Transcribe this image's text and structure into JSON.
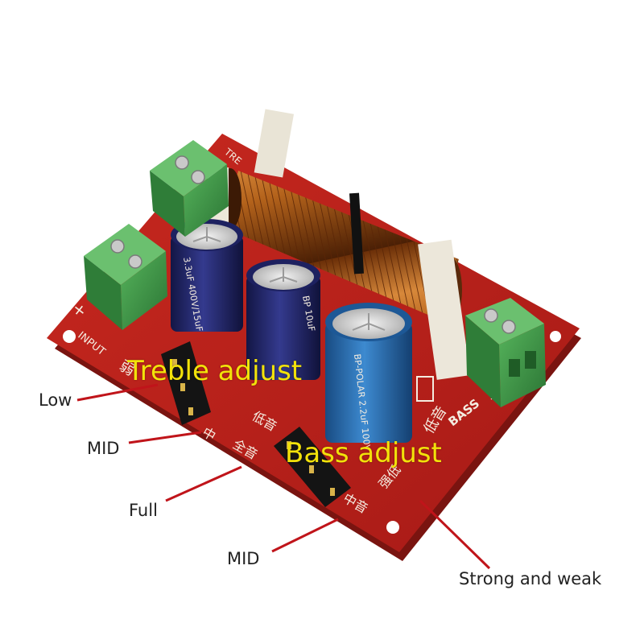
{
  "annotations": {
    "treble_adjust": "Treble adjust",
    "bass_adjust": "Bass adjust",
    "low": "Low",
    "mid_upper": "MID",
    "full": "Full",
    "mid_lower": "MID",
    "strong_weak": "Strong and weak"
  },
  "board_silkscreen": {
    "input": "INPUT",
    "bass": "BASS",
    "treble_top": "TRE",
    "plus": "+",
    "minus": "—",
    "weak": "弱",
    "mid_cn": "中",
    "low_cn": "低音",
    "full_cn": "全音",
    "mid_sound_cn": "中音",
    "strong_weak_cn": "强低",
    "bass_cn": "低音"
  },
  "capacitors": {
    "cap1": "3.3uF 400V/15uF",
    "cap2": "BP 10uF",
    "cap3": "BP-POLAR 2.2uF 100V"
  },
  "colors": {
    "pcb": "#b8211c",
    "terminal": "#3f9a48",
    "coil": "#b8651c",
    "cap_dark": "#23276b",
    "cap_blue": "#2b6fb0",
    "label_yellow": "#f2e20a",
    "pointer_line": "#c0141a"
  }
}
